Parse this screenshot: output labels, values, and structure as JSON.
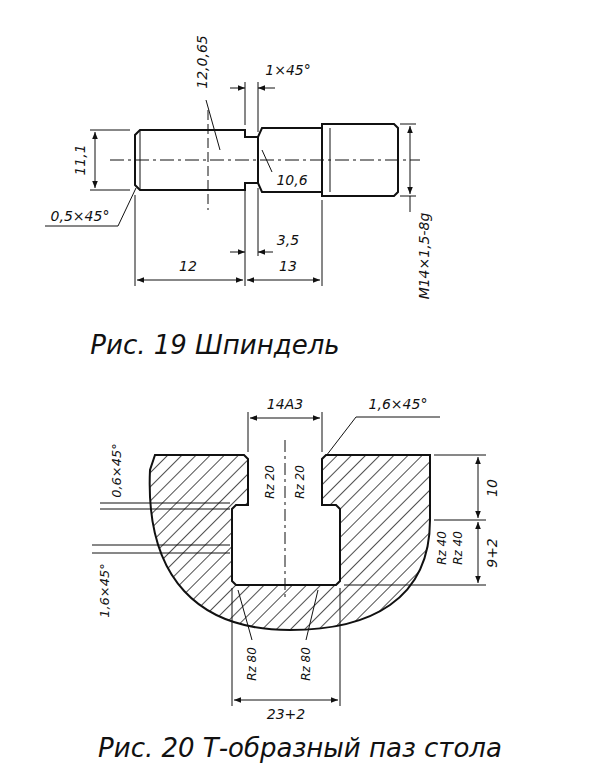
{
  "diagram": {
    "labels": [
      "12,0,65",
      "1×45°",
      "11,1",
      "10,6",
      "0,5×45°",
      "3,5",
      "12",
      "13",
      "M14×1,5-8g",
      "Рис. 19 Шпиндель",
      "14А3",
      "1,6×45°",
      "0,6×45°",
      "Rz 20",
      "Rz 20",
      "10",
      "Rz 40",
      "Rz 40",
      "9+2",
      "1,6×45°",
      "Rz 80",
      "Rz 80",
      "23+2",
      "Рис. 20 Т-образный паз стола"
    ]
  }
}
